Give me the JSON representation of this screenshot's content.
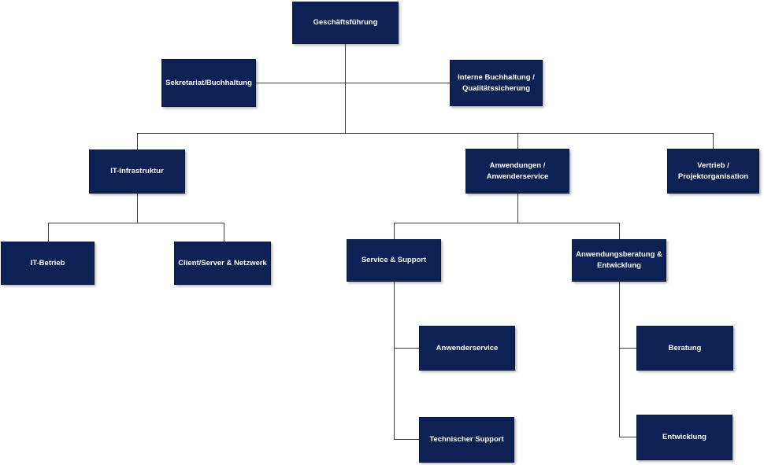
{
  "diagram_type": "org-chart",
  "colors": {
    "node_fill": "#0d2154",
    "node_border": "#0a1838",
    "node_text": "#ffffff",
    "connector": "#3f3f3f",
    "background": "#ffffff"
  },
  "org_chart": {
    "nodes": [
      {
        "id": "geschaeftsfuehrung",
        "label": "Geschäftsführung",
        "parent": null
      },
      {
        "id": "sekretariat-buchhaltung",
        "label": "Sekretariat/Buchhaltung",
        "parent": "geschaeftsfuehrung"
      },
      {
        "id": "interne-buchhaltung",
        "label": "Interne Buchhaltung /\nQualitätssicherung",
        "parent": "geschaeftsfuehrung"
      },
      {
        "id": "it-infrastruktur",
        "label": "IT-Infrastruktur",
        "parent": "geschaeftsfuehrung"
      },
      {
        "id": "anwendungen-anwenderservice",
        "label": "Anwendungen /\nAnwenderservice",
        "parent": "geschaeftsfuehrung"
      },
      {
        "id": "vertrieb-projektorganisation",
        "label": "Vertrieb /\nProjektorganisation",
        "parent": "geschaeftsfuehrung"
      },
      {
        "id": "it-betrieb",
        "label": "IT-Betrieb",
        "parent": "it-infrastruktur"
      },
      {
        "id": "client-server-netzwerk",
        "label": "Client/Server & Netzwerk",
        "parent": "it-infrastruktur"
      },
      {
        "id": "service-support",
        "label": "Service & Support",
        "parent": "anwendungen-anwenderservice"
      },
      {
        "id": "anwendungsberatung-entwicklung",
        "label": "Anwendungsberatung &\nEntwicklung",
        "parent": "anwendungen-anwenderservice"
      },
      {
        "id": "anwenderservice",
        "label": "Anwenderservice",
        "parent": "service-support"
      },
      {
        "id": "technischer-support",
        "label": "Technischer Support",
        "parent": "service-support"
      },
      {
        "id": "beratung",
        "label": "Beratung",
        "parent": "anwendungsberatung-entwicklung"
      },
      {
        "id": "entwicklung",
        "label": "Entwicklung",
        "parent": "anwendungsberatung-entwicklung"
      }
    ]
  }
}
